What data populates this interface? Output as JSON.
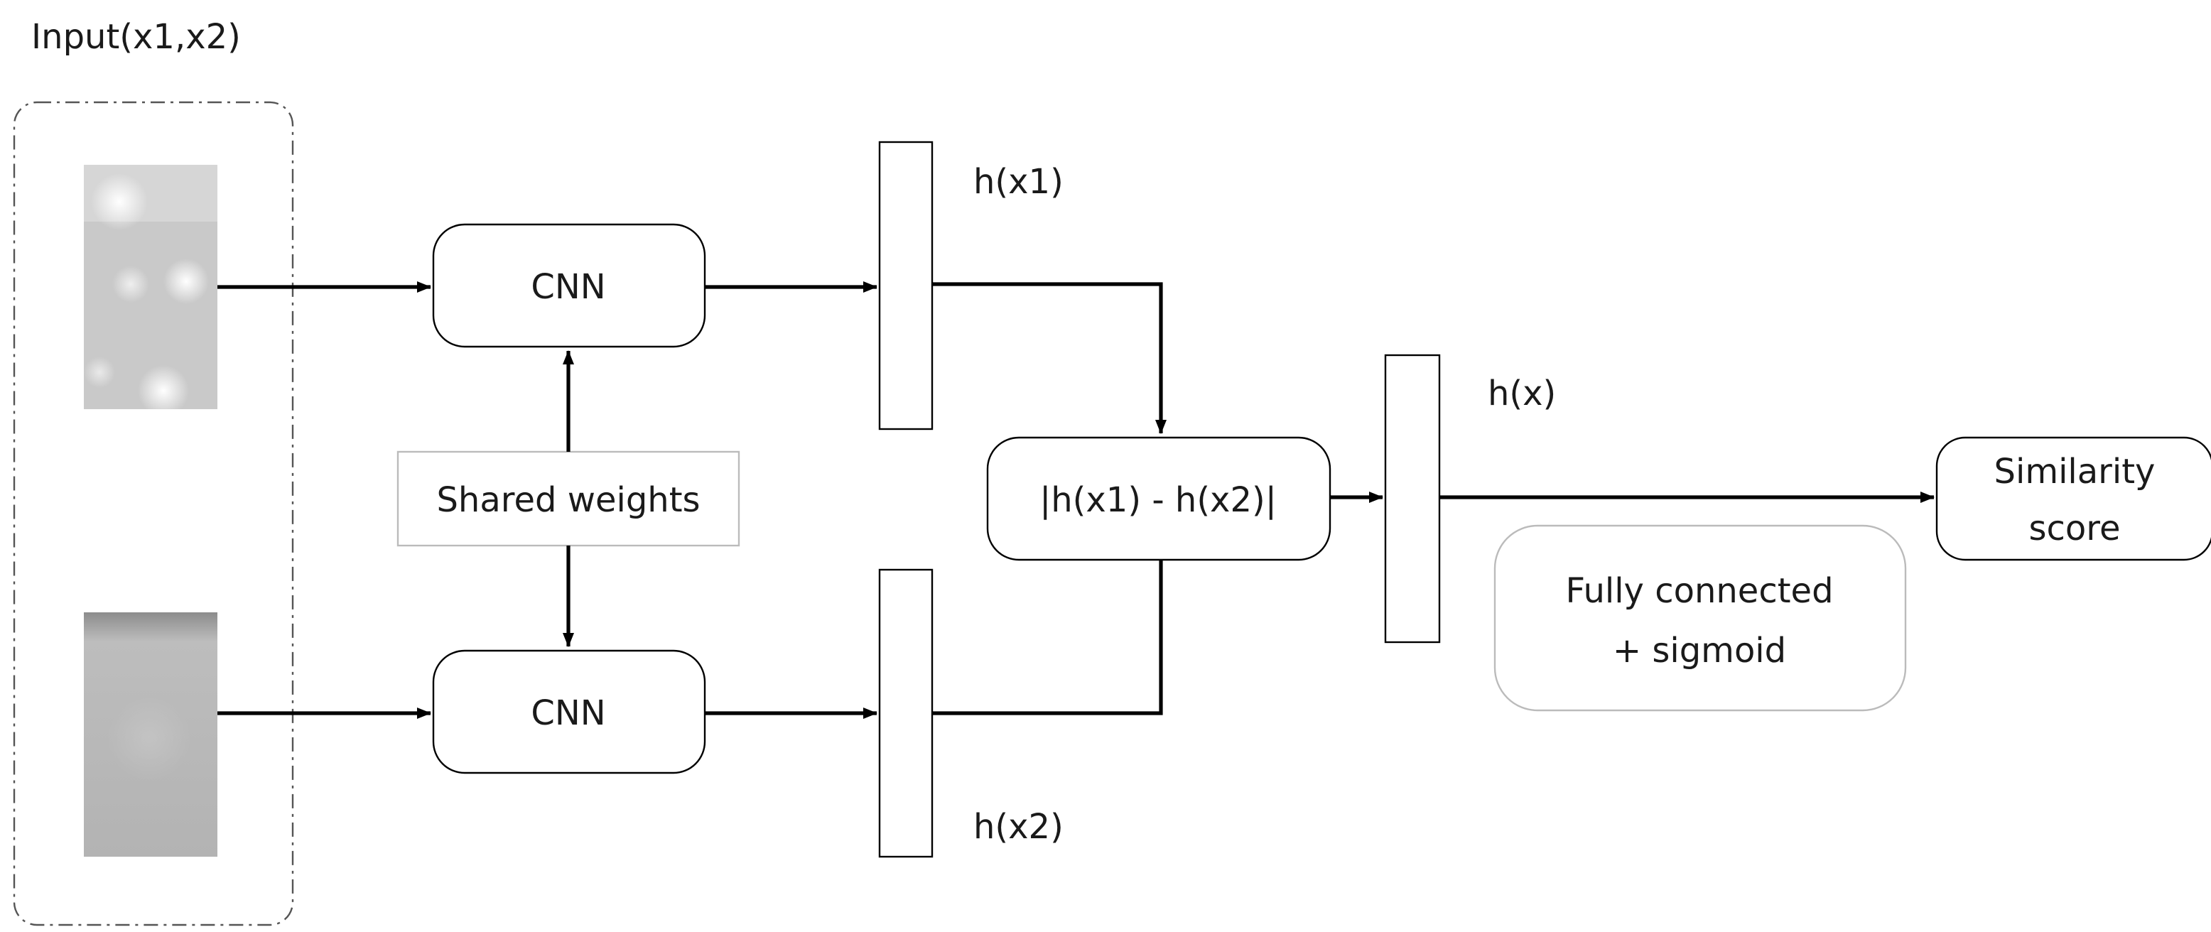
{
  "diagram": {
    "input_label": "Input(x1,x2)",
    "cnn_top_label": "CNN",
    "cnn_bottom_label": "CNN",
    "shared_weights_label": "Shared weights",
    "h_x1_label": "h(x1)",
    "h_x2_label": "h(x2)",
    "distance_label": "|h(x1) - h(x2)|",
    "h_x_label": "h(x)",
    "fc_line1": "Fully connected",
    "fc_line2": "+ sigmoid",
    "similarity_line1": "Similarity",
    "similarity_line2": "score"
  }
}
